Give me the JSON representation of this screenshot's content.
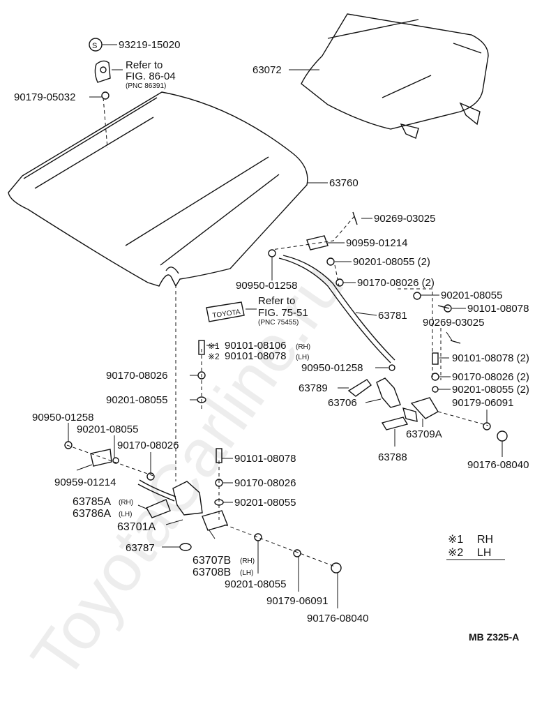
{
  "watermark": "ToyotaCarline.ru",
  "code": "MB  Z325-A",
  "legend": [
    {
      "mark": "※1",
      "text": "RH"
    },
    {
      "mark": "※2",
      "text": "LH"
    }
  ],
  "labels": {
    "l93219": "93219-15020",
    "l90179a": "90179-05032",
    "ref1a": "Refer to",
    "ref1b": "FIG. 86-04",
    "ref1c": "(PNC 86391)",
    "l63072": "63072",
    "l63760": "63760",
    "l90269a": "90269-03025",
    "l90959a": "90959-01214",
    "l90201a": "90201-08055  (2)",
    "l90170a": "90170-08026  (2)",
    "l90950a": "90950-01258",
    "ref2a": "Refer to",
    "ref2b": "FIG. 75-51",
    "ref2c": "(PNC 75455)",
    "l90201b": "90201-08055",
    "l90101a": "90101-08078",
    "l63781": "63781",
    "l90269b": "90269-03025",
    "s1mark": "※1",
    "l90101b": "90101-08106",
    "l90101b_s": "(RH)",
    "s2mark": "※2",
    "l90101c": "90101-08078",
    "l90101c_s": "(LH)",
    "l90170b": "90170-08026",
    "l90201c": "90201-08055",
    "l90101d": "90101-08078  (2)",
    "l90950b": "90950-01258",
    "l90170c": "90170-08026  (2)",
    "l63789": "63789",
    "l90201d": "90201-08055  (2)",
    "l63706": "63706",
    "l90179b": "90179-06091",
    "l90950c": "90950-01258",
    "l90201e": "90201-08055",
    "l63709a": "63709A",
    "l90170d": "90170-08026",
    "l63788": "63788",
    "l90176a": "90176-08040",
    "l90101e": "90101-08078",
    "l90959b": "90959-01214",
    "l90170e": "90170-08026",
    "l63785a": "63785A",
    "l63785a_s": "(RH)",
    "l63786a": "63786A",
    "l63786a_s": "(LH)",
    "l90201f": "90201-08055",
    "l63701a": "63701A",
    "l63787": "63787",
    "l63707b": "63707B",
    "l63707b_s": "(RH)",
    "l63708b": "63708B",
    "l63708b_s": "(LH)",
    "l90201g": "90201-08055",
    "l90179c": "90179-06091",
    "l90176b": "90176-08040",
    "emblem": "TOYOTA"
  }
}
